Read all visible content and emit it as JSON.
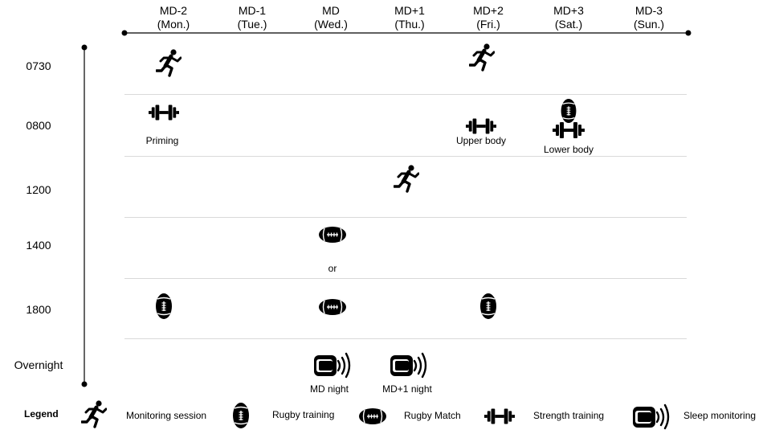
{
  "days": [
    {
      "code": "MD-2",
      "name": "(Mon.)"
    },
    {
      "code": "MD-1",
      "name": "(Tue.)"
    },
    {
      "code": "MD",
      "name": "(Wed.)"
    },
    {
      "code": "MD+1",
      "name": "(Thu.)"
    },
    {
      "code": "MD+2",
      "name": "(Fri.)"
    },
    {
      "code": "MD+3",
      "name": "(Sat.)"
    },
    {
      "code": "MD-3",
      "name": "(Sun.)"
    }
  ],
  "times": [
    "0730",
    "0800",
    "1200",
    "1400",
    "1800",
    "Overnight"
  ],
  "labels": {
    "priming": "Priming",
    "upper_body": "Upper body",
    "lower_body": "Lower body",
    "or": "or",
    "md_night": "MD night",
    "md1_night": "MD+1 night"
  },
  "legend": {
    "title": "Legend",
    "monitoring": "Monitoring session",
    "rugby_training": "Rugby training",
    "rugby_match": "Rugby Match",
    "strength": "Strength training",
    "sleep": "Sleep monitoring"
  },
  "icons": {
    "monitoring": "running-person-icon",
    "rugby_training": "rugby-ball-upright-icon",
    "rugby_match": "rugby-ball-horizontal-icon",
    "strength": "dumbbell-icon",
    "sleep": "sleep-watch-icon"
  }
}
